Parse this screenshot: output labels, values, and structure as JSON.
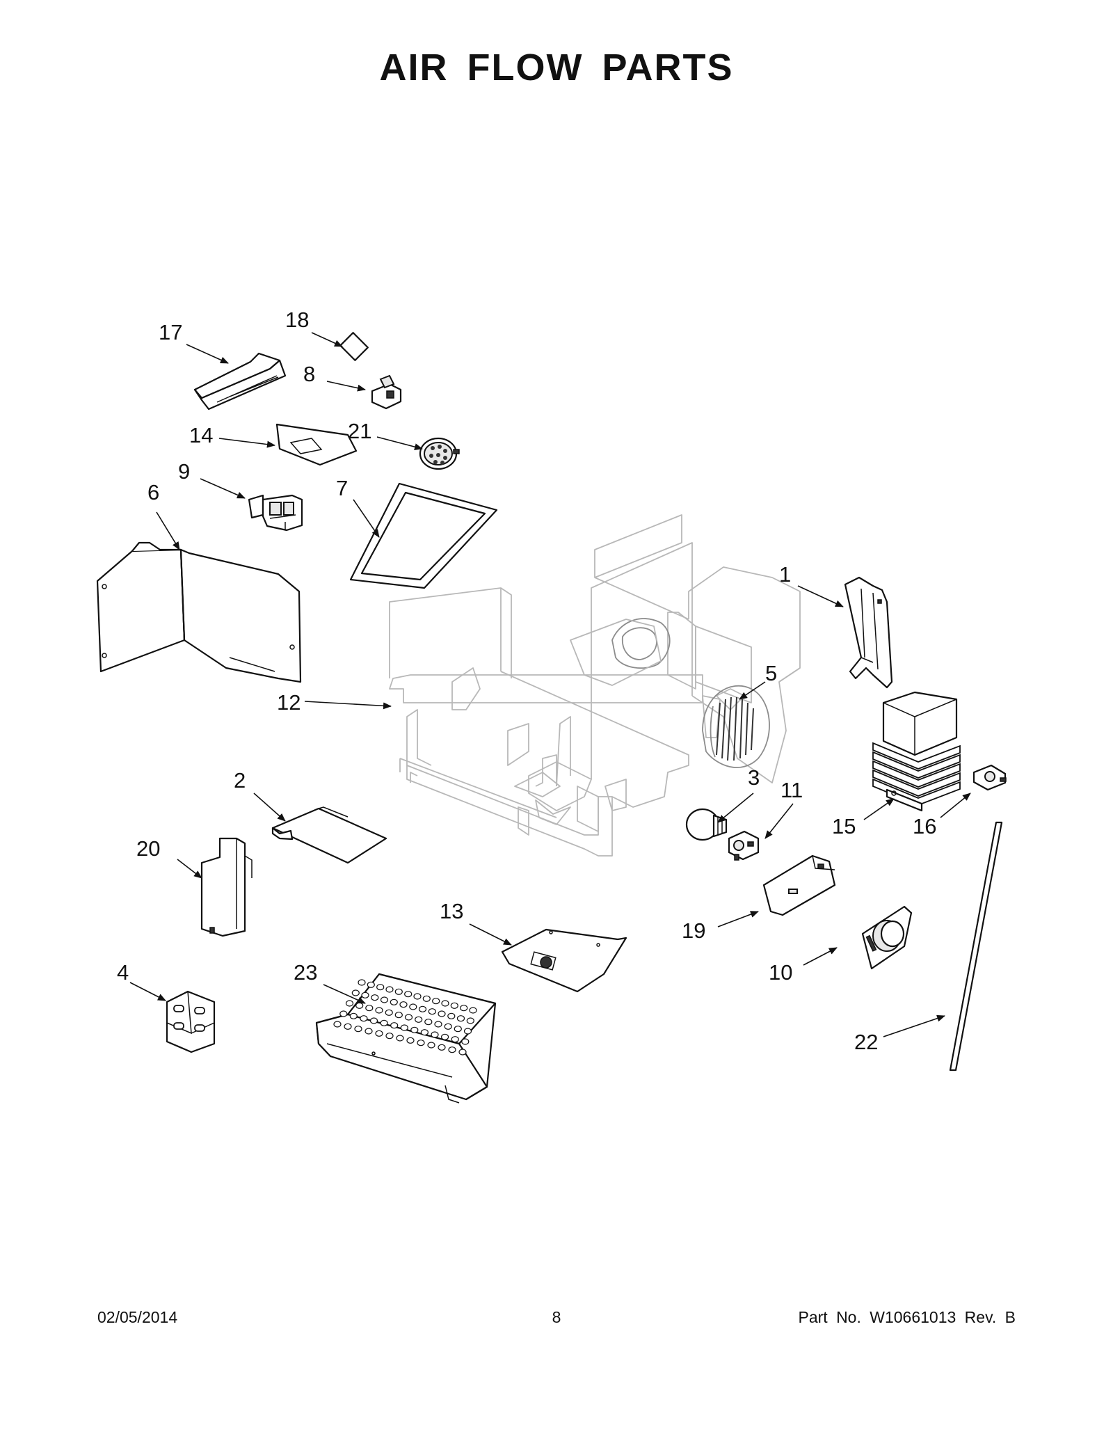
{
  "title": "AIR FLOW PARTS",
  "callouts": [
    "1",
    "2",
    "3",
    "4",
    "5",
    "6",
    "7",
    "8",
    "9",
    "10",
    "11",
    "12",
    "13",
    "14",
    "15",
    "16",
    "17",
    "18",
    "19",
    "20",
    "21",
    "22",
    "23"
  ],
  "footer": {
    "date": "02/05/2014",
    "page": "8",
    "part_number": "Part No.  W10661013  Rev.  B"
  }
}
